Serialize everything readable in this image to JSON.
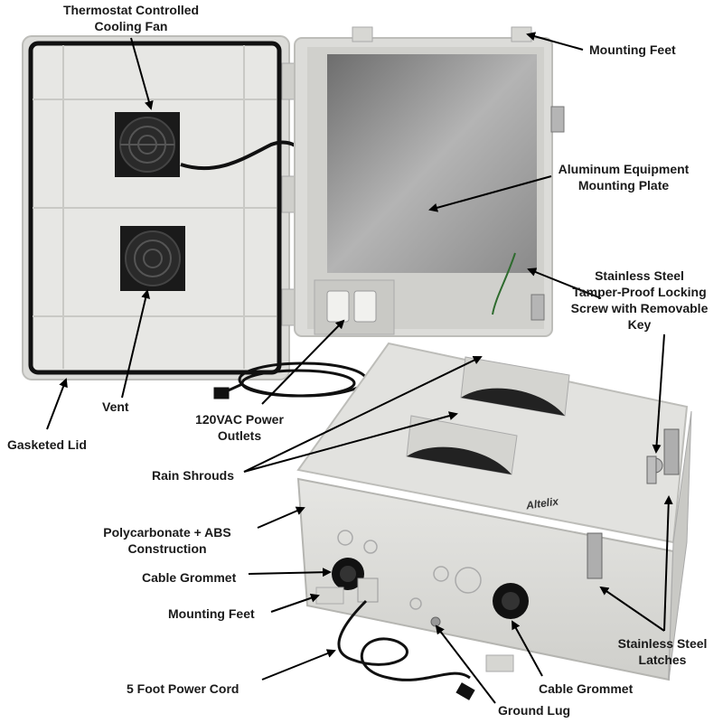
{
  "labels": {
    "fan": [
      "Thermostat Controlled",
      "Cooling Fan"
    ],
    "mounting_feet_top": "Mounting Feet",
    "plate": [
      "Aluminum Equipment",
      "Mounting Plate"
    ],
    "screw": [
      "Stainless Steel",
      "Tamper-Proof Locking",
      "Screw with Removable",
      "Key"
    ],
    "vent": "Vent",
    "gasketed_lid": "Gasketed Lid",
    "outlets": [
      "120VAC Power",
      "Outlets"
    ],
    "rain_shrouds": "Rain Shrouds",
    "construction": [
      "Polycarbonate + ABS",
      "Construction"
    ],
    "grommet_left": "Cable Grommet",
    "mounting_feet_bottom": "Mounting Feet",
    "power_cord": "5 Foot Power Cord",
    "latches": [
      "Stainless Steel",
      "Latches"
    ],
    "grommet_right": "Cable Grommet",
    "ground_lug": "Ground Lug"
  },
  "brand_mark": "Altelix",
  "colors": {
    "enclosure": "#d9d9d6",
    "enclosure_shadow": "#b9b9b5",
    "gasket": "#111111",
    "plate": "#9a9a9a",
    "arrow": "#000000"
  }
}
